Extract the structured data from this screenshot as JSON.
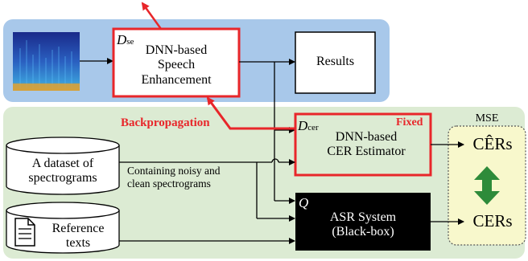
{
  "enhancer": {
    "symbol_main": "D",
    "symbol_sub": "se",
    "line1": "DNN-based",
    "line2": "Speech",
    "line3": "Enhancement"
  },
  "results": {
    "label": "Results"
  },
  "backprop": {
    "label": "Backpropagation"
  },
  "estimator": {
    "symbol_main": "D",
    "symbol_sub": "cer",
    "fixed_label": "Fixed",
    "line1": "DNN-based",
    "line2": "CER Estimator"
  },
  "dataset": {
    "line1": "A dataset of",
    "line2": "spectrograms"
  },
  "containing": {
    "line1": "Containing noisy and",
    "line2": "clean spectrograms"
  },
  "reference": {
    "line1": "Reference",
    "line2": "texts"
  },
  "asr": {
    "symbol": "Q",
    "line1": "ASR System",
    "line2": "(Black-box)"
  },
  "mse": {
    "label": "MSE",
    "estimated": "CÊRs",
    "actual": "CERs"
  },
  "colors": {
    "top_panel": "#a8c8ea",
    "bottom_panel": "#dcebd3",
    "highlight_red": "#e8262a",
    "mse_fill": "#f8f8cc",
    "double_arrow": "#2e8b3a",
    "asr_fill": "#000000"
  }
}
